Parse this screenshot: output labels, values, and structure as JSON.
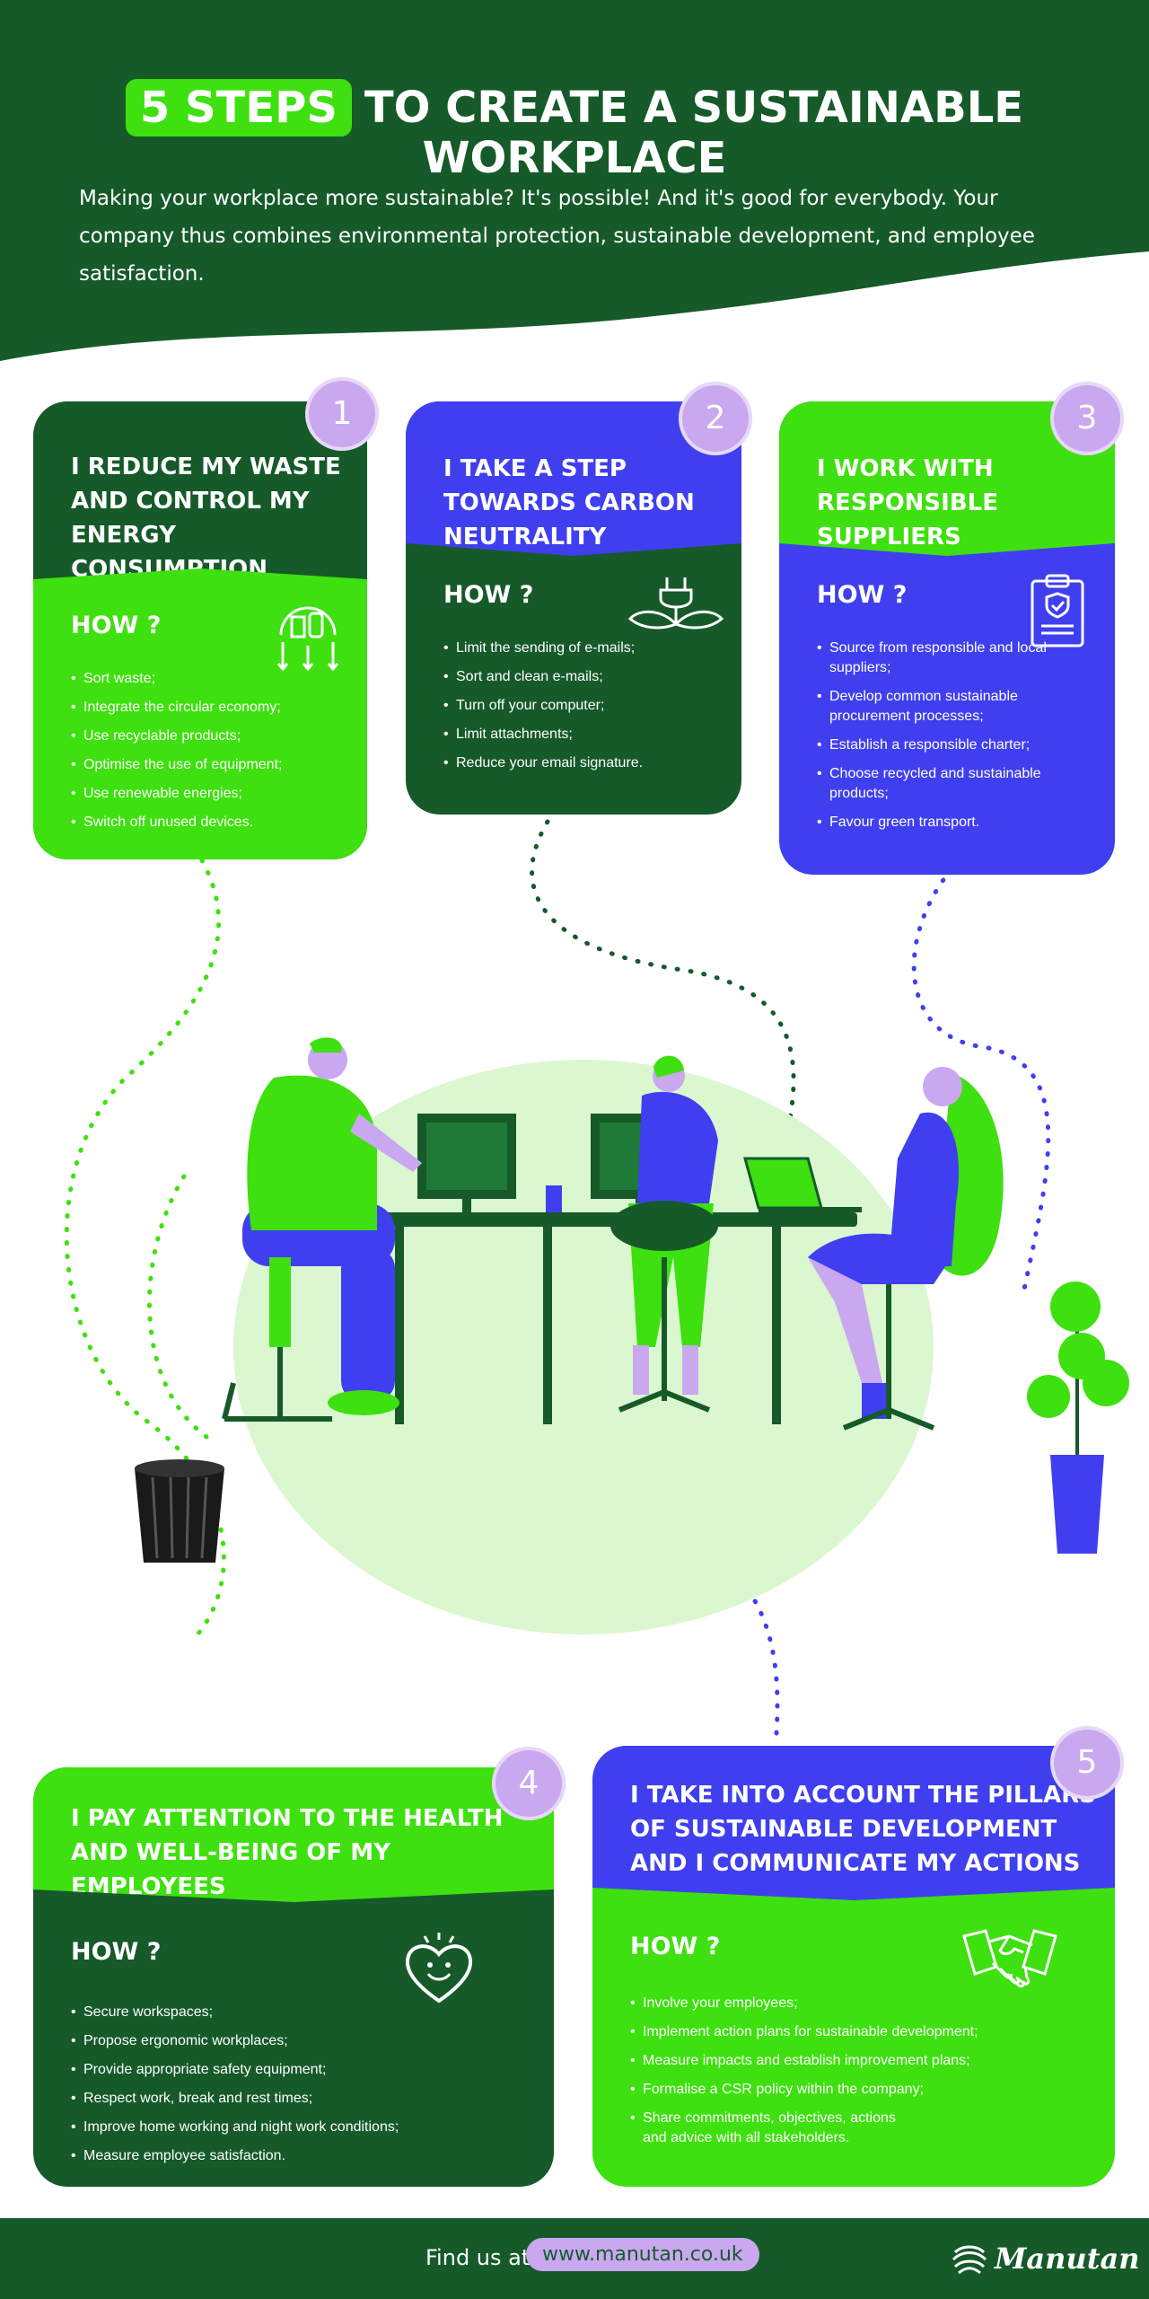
{
  "header": {
    "highlight": "5 STEPS",
    "title": "TO CREATE A SUSTAINABLE WORKPLACE",
    "intro": "Making your workplace more sustainable? It's possible! And it's good for everybody. Your company thus combines environmental protection, sustainable development, and employee satisfaction."
  },
  "steps": [
    {
      "number": "1",
      "title": "I REDUCE MY WASTE AND CONTROL MY ENERGY CONSUMPTION",
      "how": "HOW ?",
      "icon": "recycling-bins-icon",
      "items": [
        "Sort waste;",
        "Integrate the circular economy;",
        "Use recyclable products;",
        "Optimise the use of equipment;",
        "Use renewable energies;",
        "Switch off unused devices."
      ]
    },
    {
      "number": "2",
      "title": "I TAKE A STEP TOWARDS CARBON NEUTRALITY",
      "how": "HOW ?",
      "icon": "plug-leaves-icon",
      "items": [
        "Limit the sending of e-mails;",
        "Sort and clean e-mails;",
        "Turn off your computer;",
        "Limit attachments;",
        "Reduce your email signature."
      ]
    },
    {
      "number": "3",
      "title": "I WORK WITH RESPONSIBLE SUPPLIERS",
      "how": "HOW ?",
      "icon": "clipboard-shield-icon",
      "items": [
        "Source from responsible and local suppliers;",
        "Develop common sustainable procurement processes;",
        "Establish a responsible charter;",
        "Choose recycled and sustainable products;",
        "Favour green transport."
      ]
    },
    {
      "number": "4",
      "title": "I PAY ATTENTION TO THE HEALTH AND WELL-BEING OF MY EMPLOYEES",
      "how": "HOW ?",
      "icon": "smiling-heart-icon",
      "items": [
        "Secure workspaces;",
        "Propose ergonomic workplaces;",
        "Provide appropriate safety equipment;",
        "Respect work, break and rest times;",
        "Improve home working and night work conditions;",
        "Measure employee satisfaction."
      ]
    },
    {
      "number": "5",
      "title": "I TAKE INTO ACCOUNT THE PILLARS OF SUSTAINABLE DEVELOPMENT AND I COMMUNICATE MY ACTIONS",
      "how": "HOW ?",
      "icon": "handshake-icon",
      "items": [
        "Involve your employees;",
        "Implement action plans for sustainable development;",
        "Measure impacts and establish improvement plans;",
        "Formalise a CSR policy within the company;",
        "Share commitments, objectives, actions and advice with all stakeholders."
      ]
    }
  ],
  "footer": {
    "find_label": "Find us at",
    "url": "www.manutan.co.uk",
    "brand": "Manutan"
  },
  "colors": {
    "dark_green": "#165a2a",
    "bright_green": "#3ee00f",
    "blue": "#3f3ff0",
    "lilac": "#c9a8f0"
  }
}
